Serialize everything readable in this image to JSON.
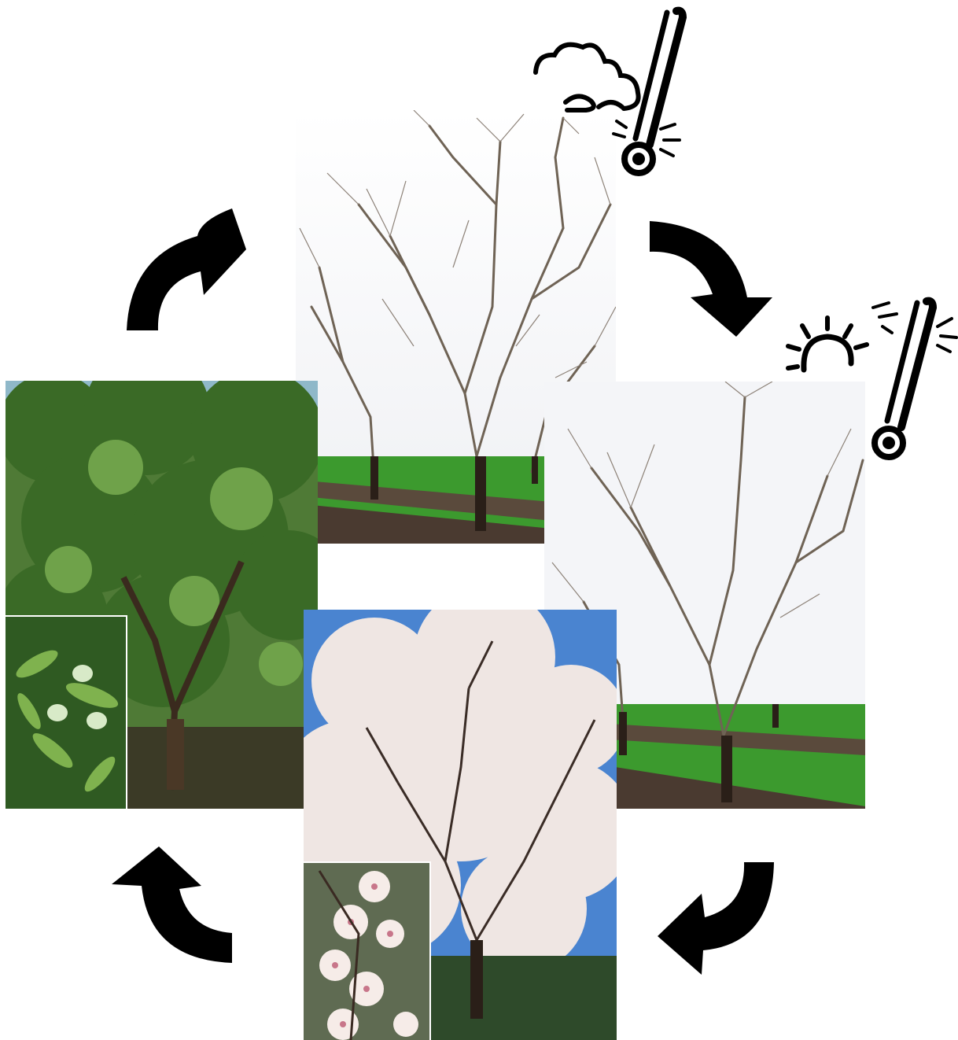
{
  "figure": {
    "description_free": true,
    "stages": [
      {
        "id": "dormant-cold",
        "icons": [
          "cloud-icon",
          "thermometer-cold-icon"
        ]
      },
      {
        "id": "dormant-warm",
        "icons": [
          "sun-icon",
          "thermometer-warm-icon"
        ]
      },
      {
        "id": "bloom",
        "icons": []
      },
      {
        "id": "leaf-fruit",
        "icons": []
      }
    ],
    "arrows": [
      "arrow-clockwise-top-left",
      "arrow-clockwise-top-right",
      "arrow-clockwise-bottom-right",
      "arrow-clockwise-bottom-left"
    ]
  },
  "colors": {
    "arrow": "#000000",
    "grass": "#2f9a2a",
    "sky_bloom": "#3e7fd0",
    "foliage": "#3d6b2a",
    "bare_branch": "#6d5f50",
    "blossom": "#f3ecea"
  }
}
